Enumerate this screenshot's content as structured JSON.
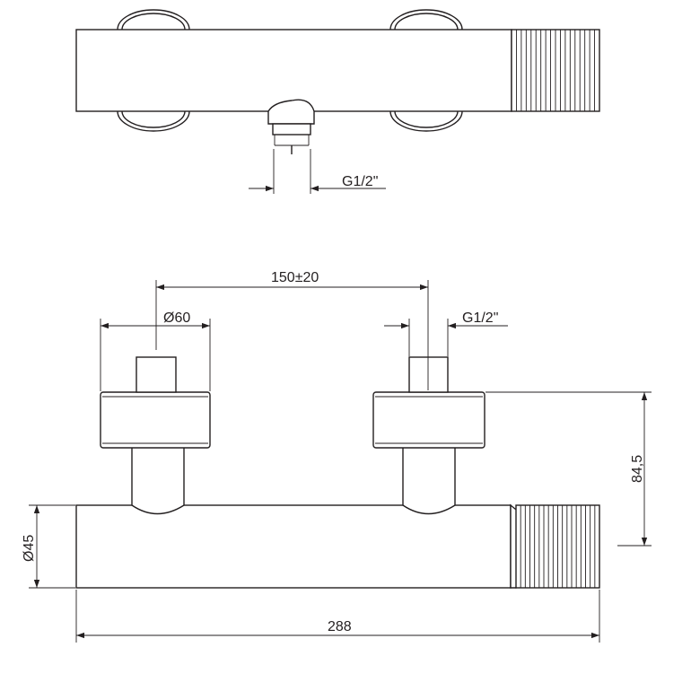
{
  "top_view": {
    "thread_label": "G1/2\""
  },
  "front_view": {
    "centers_label": "150±20",
    "knob_diameter_label": "Ø60",
    "inlet_thread_label": "G1/2\"",
    "height_label": "84,5",
    "body_diameter_label": "Ø45",
    "length_label": "288"
  }
}
